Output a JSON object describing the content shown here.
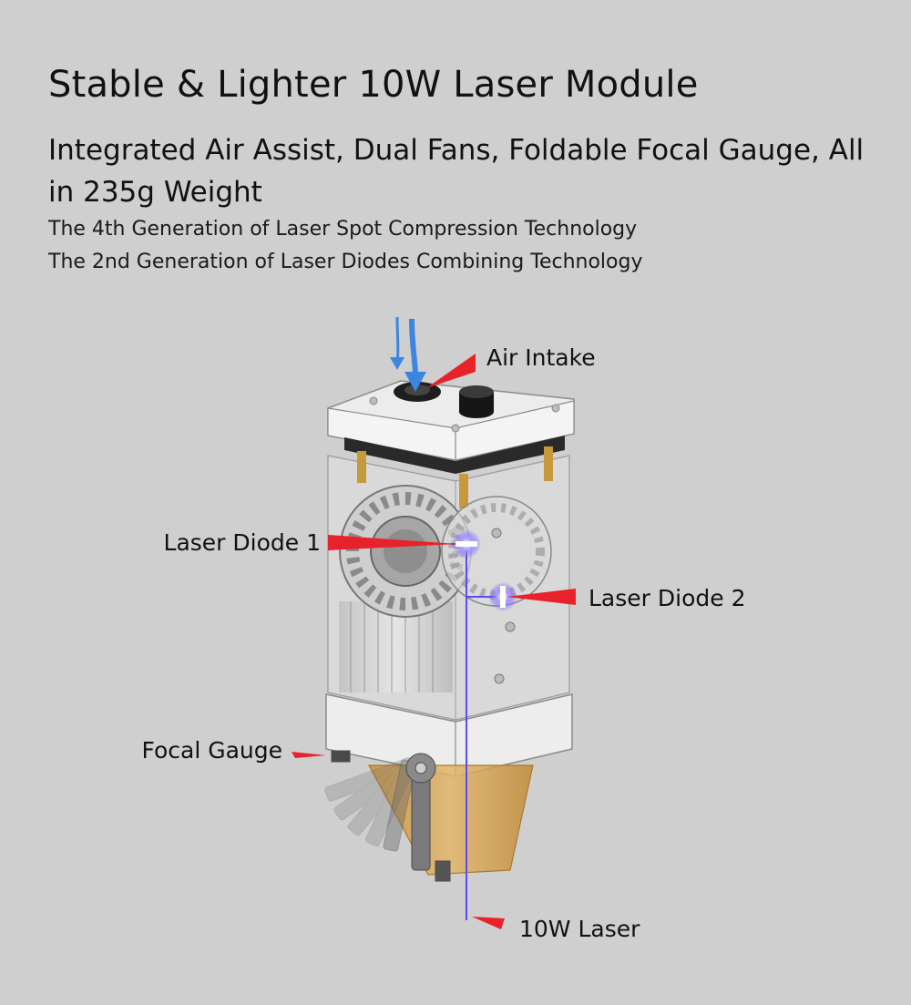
{
  "header": {
    "title": "Stable & Lighter 10W Laser Module",
    "subtitle": "Integrated Air Assist, Dual Fans, Foldable Focal Gauge, All in 235g Weight",
    "lines": [
      "The 4th Generation of Laser Spot Compression Technology",
      "The 2nd Generation of Laser Diodes Combining Technology"
    ]
  },
  "callouts": {
    "air_intake": "Air Intake",
    "laser_diode_1": "Laser Diode 1",
    "laser_diode_2": "Laser Diode 2",
    "focal_gauge": "Focal Gauge",
    "laser_output": "10W Laser"
  },
  "colors": {
    "background": "#cfcfcf",
    "pointer": "#e8222a",
    "laser_beam": "#5b4bff",
    "air_arrow": "#3b86e0",
    "nozzle": "#d9a553"
  }
}
